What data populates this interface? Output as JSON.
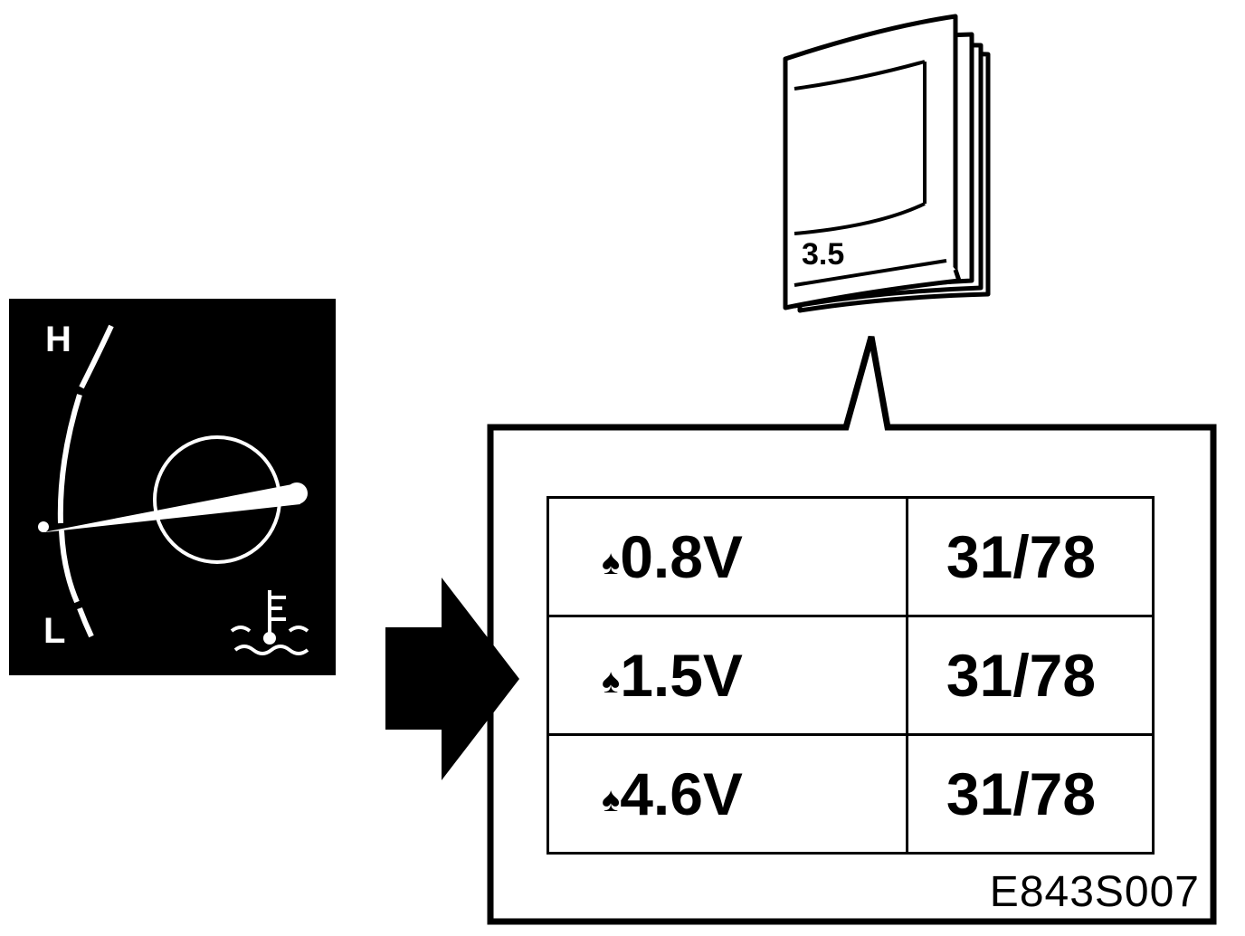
{
  "gauge": {
    "high_label": "H",
    "low_label": "L",
    "icon": "coolant-temperature-icon"
  },
  "manual": {
    "page_ref": "3.5",
    "icon": "manual-book-icon"
  },
  "table": {
    "rows": [
      {
        "voltage": "0.8V",
        "terminal": "31/78"
      },
      {
        "voltage": "1.5V",
        "terminal": "31/78"
      },
      {
        "voltage": "4.6V",
        "terminal": "31/78"
      }
    ]
  },
  "figure_code": "E843S007",
  "colors": {
    "ink": "#000000",
    "paper": "#ffffff"
  }
}
